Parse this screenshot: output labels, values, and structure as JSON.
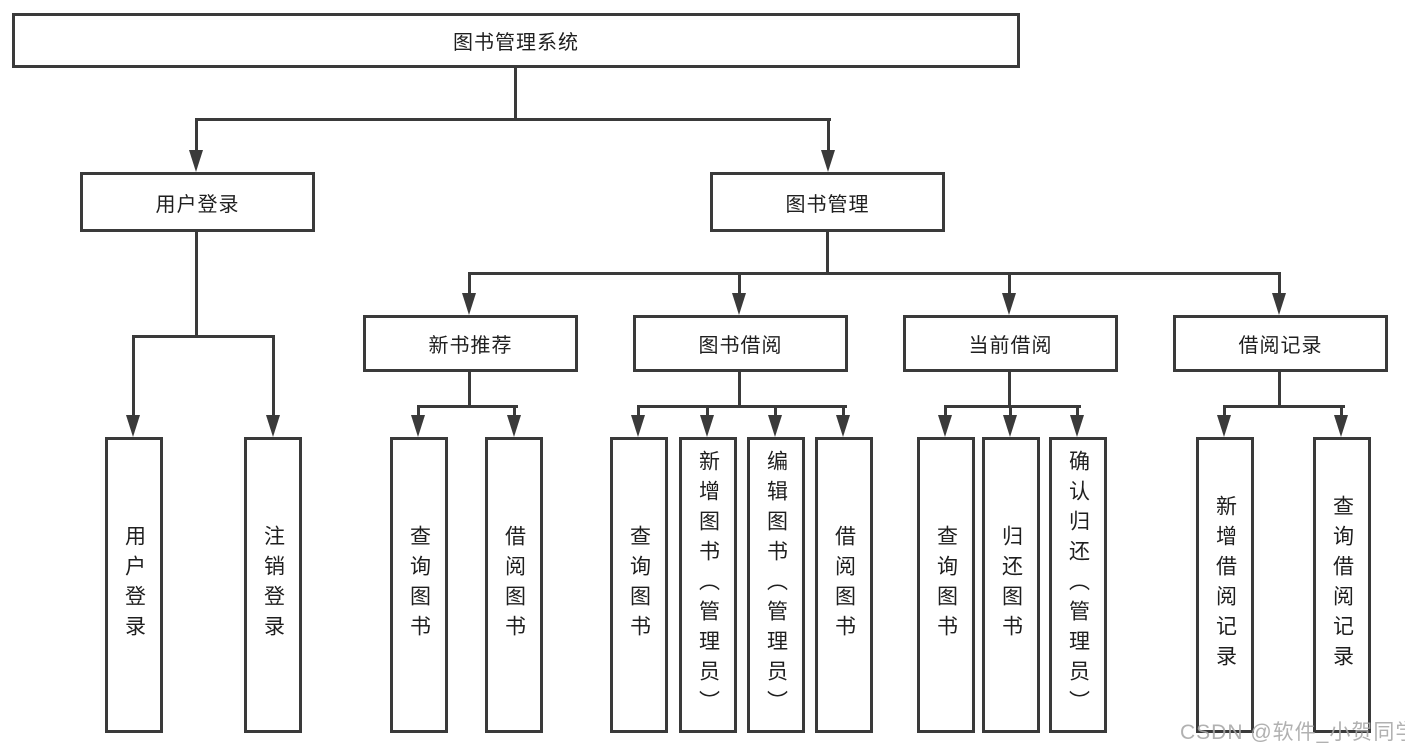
{
  "title": "图书管理系统",
  "watermark": "CSDN @软件_小贺同学",
  "tree": {
    "user_login": {
      "label": "用户登录",
      "children": [
        "用户登录",
        "注销登录"
      ]
    },
    "book_management": {
      "label": "图书管理",
      "sections": {
        "new_book": {
          "label": "新书推荐",
          "children": [
            "查询图书",
            "借阅图书"
          ]
        },
        "borrowing": {
          "label": "图书借阅",
          "children": [
            "查询图书",
            "新增图书（管理员）",
            "编辑图书（管理员）",
            "借阅图书"
          ]
        },
        "current": {
          "label": "当前借阅",
          "children": [
            "查询图书",
            "归还图书",
            "确认归还（管理员）"
          ]
        },
        "records": {
          "label": "借阅记录",
          "children": [
            "新增借阅记录",
            "查询借阅记录"
          ]
        }
      }
    }
  }
}
